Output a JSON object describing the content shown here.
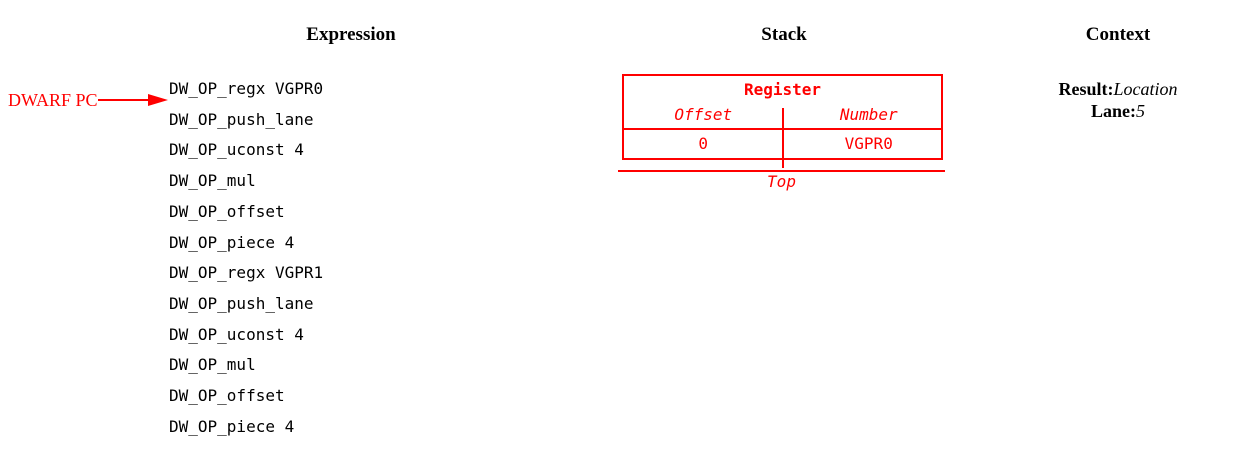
{
  "headings": {
    "expression": "Expression",
    "stack": "Stack",
    "context": "Context"
  },
  "pointer": {
    "label": "DWARF PC",
    "icon": "arrow-right-icon",
    "color": "#ff0000",
    "points_at_line_index": 1
  },
  "expression": {
    "lines": [
      "DW_OP_regx VGPR0",
      "DW_OP_push_lane",
      "DW_OP_uconst 4",
      "DW_OP_mul",
      "DW_OP_offset",
      "DW_OP_piece 4",
      "DW_OP_regx VGPR1",
      "DW_OP_push_lane",
      "DW_OP_uconst 4",
      "DW_OP_mul",
      "DW_OP_offset",
      "DW_OP_piece 4"
    ]
  },
  "stack": {
    "color": "#ff0000",
    "entry_title": "Register",
    "columns": [
      "Offset",
      "Number"
    ],
    "rows": [
      {
        "offset": "0",
        "number": "VGPR0"
      }
    ],
    "top_label": "Top"
  },
  "context": {
    "entries": [
      {
        "key": "Result:",
        "value": "Location"
      },
      {
        "key": "Lane:",
        "value": "5"
      }
    ]
  }
}
